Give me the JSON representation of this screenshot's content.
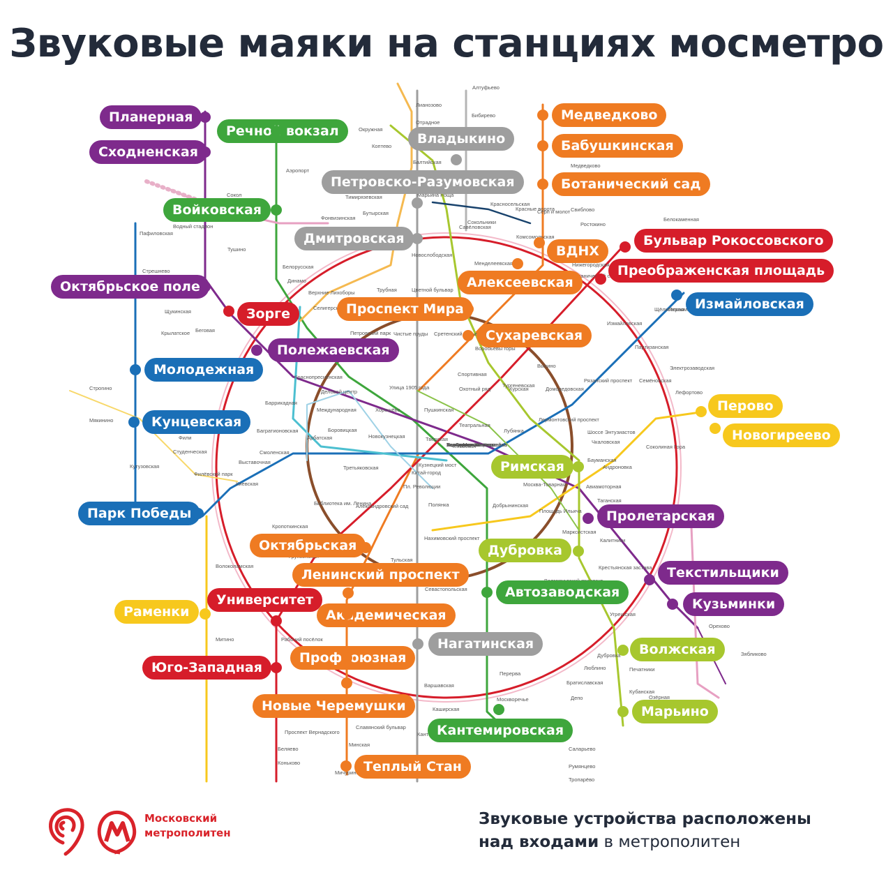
{
  "title": "Звуковые маяки на станциях мосметро",
  "colors": {
    "purple": "#7e2a8c",
    "green": "#3ea63c",
    "gray": "#9e9e9e",
    "orange": "#ef7b22",
    "red": "#d61d2a",
    "blue": "#1a6fb7",
    "lime": "#a7c72e",
    "yellow": "#f7c81d",
    "brown": "#8a4e2b",
    "teal": "#4cbfd0",
    "pink": "#e7a0c2",
    "navy": "#18426c",
    "title": "#232b3a"
  },
  "stations": [
    {
      "name": "Планерная",
      "color": "purple"
    },
    {
      "name": "Сходненская",
      "color": "purple"
    },
    {
      "name": "Речной вокзал",
      "color": "green"
    },
    {
      "name": "Владыкино",
      "color": "gray"
    },
    {
      "name": "Петровско-Разумовская",
      "color": "gray"
    },
    {
      "name": "Дмитровская",
      "color": "gray"
    },
    {
      "name": "Медведково",
      "color": "orange"
    },
    {
      "name": "Бабушкинская",
      "color": "orange"
    },
    {
      "name": "Ботанический сад",
      "color": "orange"
    },
    {
      "name": "Войковская",
      "color": "green"
    },
    {
      "name": "ВДНХ",
      "color": "orange"
    },
    {
      "name": "Бульвар Рокоссовского",
      "color": "red"
    },
    {
      "name": "Преображенская площадь",
      "color": "red"
    },
    {
      "name": "Алексеевская",
      "color": "orange"
    },
    {
      "name": "Октябрьское поле",
      "color": "purple"
    },
    {
      "name": "Зорге",
      "color": "red"
    },
    {
      "name": "Проспект Мира",
      "color": "orange"
    },
    {
      "name": "Измайловская",
      "color": "blue"
    },
    {
      "name": "Сухаревская",
      "color": "orange"
    },
    {
      "name": "Полежаевская",
      "color": "purple"
    },
    {
      "name": "Молодежная",
      "color": "blue"
    },
    {
      "name": "Кунцевская",
      "color": "blue"
    },
    {
      "name": "Перово",
      "color": "yellow"
    },
    {
      "name": "Новогиреево",
      "color": "yellow"
    },
    {
      "name": "Римская",
      "color": "lime"
    },
    {
      "name": "Парк Победы",
      "color": "blue"
    },
    {
      "name": "Пролетарская",
      "color": "purple"
    },
    {
      "name": "Октябрьская",
      "color": "orange"
    },
    {
      "name": "Дубровка",
      "color": "lime"
    },
    {
      "name": "Ленинский проспект",
      "color": "orange"
    },
    {
      "name": "Текстильщики",
      "color": "purple"
    },
    {
      "name": "Университет",
      "color": "red"
    },
    {
      "name": "Автозаводская",
      "color": "green"
    },
    {
      "name": "Кузьминки",
      "color": "purple"
    },
    {
      "name": "Раменки",
      "color": "yellow"
    },
    {
      "name": "Академическая",
      "color": "orange"
    },
    {
      "name": "Нагатинская",
      "color": "gray"
    },
    {
      "name": "Волжская",
      "color": "lime"
    },
    {
      "name": "Юго-Западная",
      "color": "red"
    },
    {
      "name": "Профсоюзная",
      "color": "orange"
    },
    {
      "name": "Новые Черемушки",
      "color": "orange"
    },
    {
      "name": "Кантемировская",
      "color": "green"
    },
    {
      "name": "Марьино",
      "color": "lime"
    },
    {
      "name": "Теплый Стан",
      "color": "orange"
    }
  ],
  "map_labels": [
    "Алтуфьево",
    "Бибирево",
    "Лианозово",
    "Отрадное",
    "Медведково",
    "Свиблово",
    "Ростокино",
    "Белокаменная",
    "Щёлковская",
    "Первомайская",
    "Измайловская",
    "Партизанская",
    "Семёновская",
    "Электрозаводская",
    "Лефортово",
    "Соколиная Гора",
    "Шоссе Энтузиастов",
    "Андроновка",
    "Авиамоторная",
    "Москва-Товарная",
    "Площадь Ильича",
    "Таганская",
    "Марксистская",
    "Калитники",
    "Крестьянская застава",
    "Волгоградский проспект",
    "Угрешская",
    "Дубровка",
    "Печатники",
    "Кубанская",
    "Люблино",
    "Братиславская",
    "Депо",
    "Перерва",
    "Москворечье",
    "Каширская",
    "Кантемировская",
    "Варшавская",
    "Севастопольская",
    "Нахимовский проспект",
    "Тульская",
    "Полянка",
    "Добрынинская",
    "Третьяковская",
    "Новокузнецкая",
    "Боровицкая",
    "Арбатская",
    "Смоленская",
    "Киевская",
    "Студенческая",
    "Кутузовская",
    "Филёвский парк",
    "Багратионовская",
    "Фили",
    "Выставочная",
    "Международная",
    "Деловой центр",
    "Краснопресненская",
    "Баррикадная",
    "Беговая",
    "Улица 1905 года",
    "Хорошёво",
    "Пушкинская",
    "Тверская",
    "Чеховская",
    "Охотный ряд",
    "Театральная",
    "Лубянка",
    "Кузнецкий мост",
    "Китай-город",
    "Пл. Революции",
    "Александровский сад",
    "Библиотека им. Ленина",
    "Кропоткинская",
    "Парк культуры",
    "Фрунзенская",
    "Спортивная",
    "Воробьёвы горы",
    "Тургеневская",
    "Сретенский бульвар",
    "Чистые пруды",
    "Трубная",
    "Цветной бульвар",
    "Новослободская",
    "Менделеевская",
    "Савёловская",
    "Марьина Роща",
    "Бутырская",
    "Фонвизинская",
    "Тимирязевская",
    "Балтийская",
    "Коптево",
    "Окружная",
    "Верхние Лихоборы",
    "Селигерская",
    "Петровский парк",
    "Динамо",
    "Белорусская",
    "Аэропорт",
    "Сокол",
    "Водный стадион",
    "Тушино",
    "Щукинская",
    "Стрешнево",
    "Пафиловская",
    "Крылатское",
    "Строгино",
    "Мякинино",
    "Волоколамская",
    "Митино",
    "Рабочий посёлок",
    "Славянский бульвар",
    "Минская",
    "Мичуринский проспект",
    "Проспект Вернадского",
    "Беляево",
    "Коньково",
    "Ясенево",
    "Саларьево",
    "Румянцево",
    "Тропарёво",
    "Озёрная",
    "Орехово",
    "Зябликово",
    "Домодедовская",
    "Лермонтовский проспект",
    "Рязанский проспект",
    "Выхино",
    "Курская",
    "Чкаловская",
    "Бауманская",
    "Красносельская",
    "Сокольники",
    "Комсомольская",
    "Красные ворота",
    "Серп и молот",
    "Нижегородская",
    "Ботанический сад",
    "Улица Милашенкова",
    "Телецентр",
    "Выставочный центр",
    "Ул. Академика Королёва",
    "Ул. Сергея Эйзенштейна",
    "Черкизовская",
    "Локомотив"
  ],
  "footer": {
    "text_bold_1": "Звуковые устройства расположены",
    "text_bold_2": "над входами",
    "text_normal_2": " в метрополитен"
  },
  "logo": {
    "line1": "Московский",
    "line2": "метрополитен"
  }
}
